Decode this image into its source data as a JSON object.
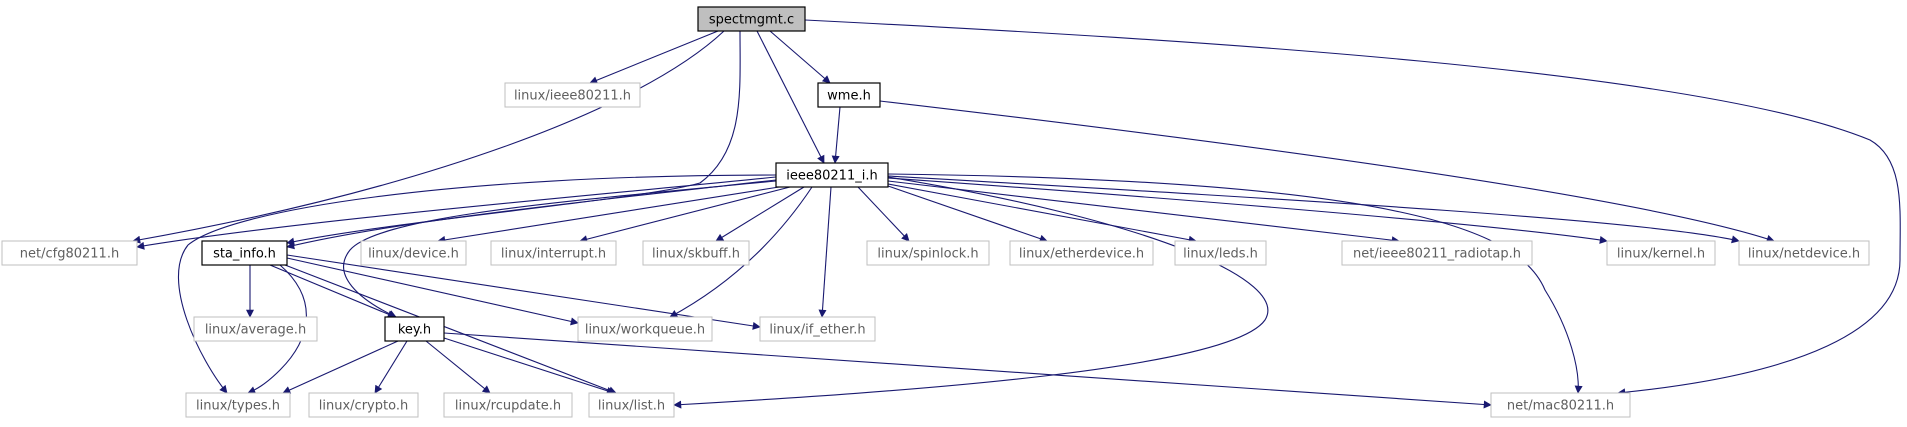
{
  "diagram": {
    "type": "include-dependency-graph",
    "colors": {
      "edge": "#191970",
      "main_fill": "#bfbfbf",
      "solid_border": "#000000",
      "external_border": "#bfbfbf",
      "external_text": "#5f5f5f",
      "node_text": "#000000"
    },
    "nodes": [
      {
        "id": "spectmgmt_c",
        "label": "spectmgmt.c",
        "kind": "main"
      },
      {
        "id": "linux_ieee80211_h",
        "label": "linux/ieee80211.h",
        "kind": "external"
      },
      {
        "id": "wme_h",
        "label": "wme.h",
        "kind": "internal"
      },
      {
        "id": "ieee80211_i_h",
        "label": "ieee80211_i.h",
        "kind": "internal"
      },
      {
        "id": "net_cfg80211_h",
        "label": "net/cfg80211.h",
        "kind": "external"
      },
      {
        "id": "sta_info_h",
        "label": "sta_info.h",
        "kind": "internal"
      },
      {
        "id": "linux_device_h",
        "label": "linux/device.h",
        "kind": "external"
      },
      {
        "id": "linux_interrupt_h",
        "label": "linux/interrupt.h",
        "kind": "external"
      },
      {
        "id": "linux_skbuff_h",
        "label": "linux/skbuff.h",
        "kind": "external"
      },
      {
        "id": "linux_spinlock_h",
        "label": "linux/spinlock.h",
        "kind": "external"
      },
      {
        "id": "linux_etherdevice_h",
        "label": "linux/etherdevice.h",
        "kind": "external"
      },
      {
        "id": "linux_leds_h",
        "label": "linux/leds.h",
        "kind": "external"
      },
      {
        "id": "net_ieee80211_radiotap_h",
        "label": "net/ieee80211_radiotap.h",
        "kind": "external"
      },
      {
        "id": "linux_kernel_h",
        "label": "linux/kernel.h",
        "kind": "external"
      },
      {
        "id": "linux_netdevice_h",
        "label": "linux/netdevice.h",
        "kind": "external"
      },
      {
        "id": "linux_average_h",
        "label": "linux/average.h",
        "kind": "external"
      },
      {
        "id": "key_h",
        "label": "key.h",
        "kind": "internal"
      },
      {
        "id": "linux_workqueue_h",
        "label": "linux/workqueue.h",
        "kind": "external"
      },
      {
        "id": "linux_if_ether_h",
        "label": "linux/if_ether.h",
        "kind": "external"
      },
      {
        "id": "linux_types_h",
        "label": "linux/types.h",
        "kind": "external"
      },
      {
        "id": "linux_crypto_h",
        "label": "linux/crypto.h",
        "kind": "external"
      },
      {
        "id": "linux_rcupdate_h",
        "label": "linux/rcupdate.h",
        "kind": "external"
      },
      {
        "id": "linux_list_h",
        "label": "linux/list.h",
        "kind": "external"
      },
      {
        "id": "net_mac80211_h",
        "label": "net/mac80211.h",
        "kind": "external"
      }
    ],
    "edges": [
      {
        "from": "spectmgmt_c",
        "to": "linux_ieee80211_h"
      },
      {
        "from": "spectmgmt_c",
        "to": "wme_h"
      },
      {
        "from": "spectmgmt_c",
        "to": "ieee80211_i_h"
      },
      {
        "from": "spectmgmt_c",
        "to": "net_cfg80211_h"
      },
      {
        "from": "spectmgmt_c",
        "to": "sta_info_h"
      },
      {
        "from": "spectmgmt_c",
        "to": "net_mac80211_h"
      },
      {
        "from": "wme_h",
        "to": "ieee80211_i_h"
      },
      {
        "from": "wme_h",
        "to": "linux_netdevice_h"
      },
      {
        "from": "ieee80211_i_h",
        "to": "net_cfg80211_h"
      },
      {
        "from": "ieee80211_i_h",
        "to": "sta_info_h"
      },
      {
        "from": "ieee80211_i_h",
        "to": "linux_device_h"
      },
      {
        "from": "ieee80211_i_h",
        "to": "linux_interrupt_h"
      },
      {
        "from": "ieee80211_i_h",
        "to": "linux_skbuff_h"
      },
      {
        "from": "ieee80211_i_h",
        "to": "linux_spinlock_h"
      },
      {
        "from": "ieee80211_i_h",
        "to": "linux_etherdevice_h"
      },
      {
        "from": "ieee80211_i_h",
        "to": "linux_leds_h"
      },
      {
        "from": "ieee80211_i_h",
        "to": "net_ieee80211_radiotap_h"
      },
      {
        "from": "ieee80211_i_h",
        "to": "linux_kernel_h"
      },
      {
        "from": "ieee80211_i_h",
        "to": "linux_netdevice_h"
      },
      {
        "from": "ieee80211_i_h",
        "to": "linux_workqueue_h"
      },
      {
        "from": "ieee80211_i_h",
        "to": "linux_if_ether_h"
      },
      {
        "from": "ieee80211_i_h",
        "to": "linux_types_h"
      },
      {
        "from": "ieee80211_i_h",
        "to": "key_h"
      },
      {
        "from": "ieee80211_i_h",
        "to": "linux_list_h"
      },
      {
        "from": "ieee80211_i_h",
        "to": "net_mac80211_h"
      },
      {
        "from": "sta_info_h",
        "to": "linux_average_h"
      },
      {
        "from": "sta_info_h",
        "to": "key_h"
      },
      {
        "from": "sta_info_h",
        "to": "linux_workqueue_h"
      },
      {
        "from": "sta_info_h",
        "to": "linux_if_ether_h"
      },
      {
        "from": "sta_info_h",
        "to": "linux_types_h"
      },
      {
        "from": "sta_info_h",
        "to": "linux_list_h"
      },
      {
        "from": "key_h",
        "to": "linux_types_h"
      },
      {
        "from": "key_h",
        "to": "linux_crypto_h"
      },
      {
        "from": "key_h",
        "to": "linux_rcupdate_h"
      },
      {
        "from": "key_h",
        "to": "linux_list_h"
      },
      {
        "from": "key_h",
        "to": "net_mac80211_h"
      }
    ]
  }
}
